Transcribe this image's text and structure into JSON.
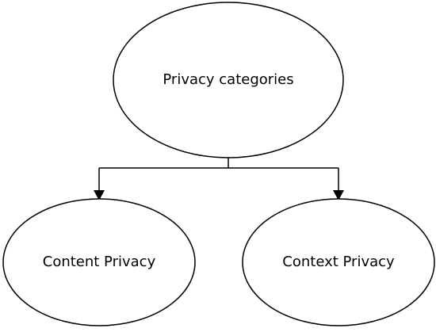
{
  "nodes": {
    "root": {
      "label": "Privacy categories"
    },
    "left": {
      "label": "Content Privacy"
    },
    "right": {
      "label": "Context Privacy"
    }
  },
  "colors": {
    "stroke": "#000000",
    "fill": "#ffffff",
    "text": "#000000"
  }
}
